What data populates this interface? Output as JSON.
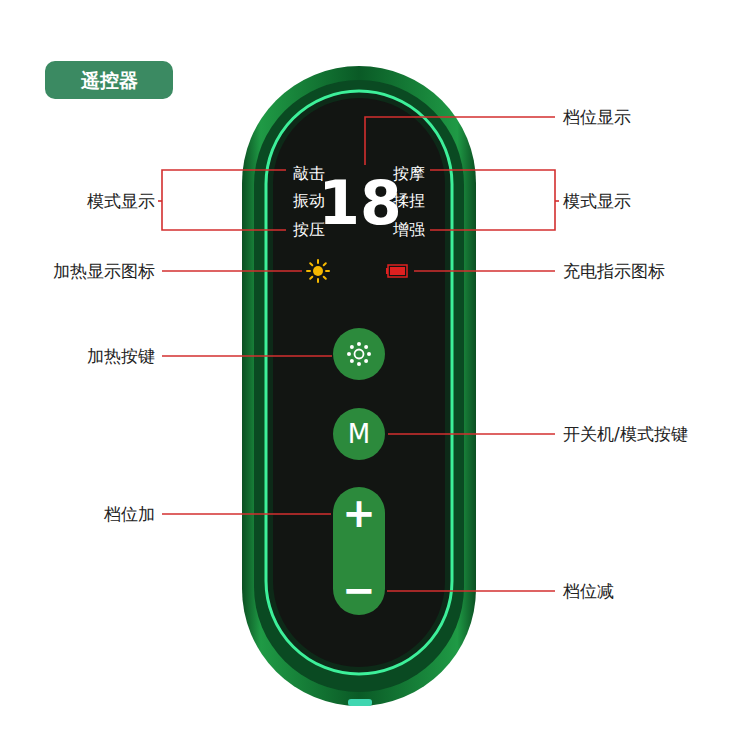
{
  "diagram": {
    "nodes": [
      {
        "text": [
          "遥控器"
        ]
      },
      {
        "text": [
          "敲击",
          "振动",
          "按压",
          "18",
          "按摩",
          "揉捏",
          "增强"
        ]
      },
      {
        "text": [
          "M"
        ],
        "in": 1
      },
      {
        "text": [
          "+",
          "−"
        ],
        "in": 1
      }
    ],
    "labels": [
      "档位显示",
      "模式显示",
      "模式显示",
      "加热显示图标",
      "充电指示图标",
      "加热按键",
      "开关机/模式按键",
      "档位加",
      "档位减"
    ]
  }
}
